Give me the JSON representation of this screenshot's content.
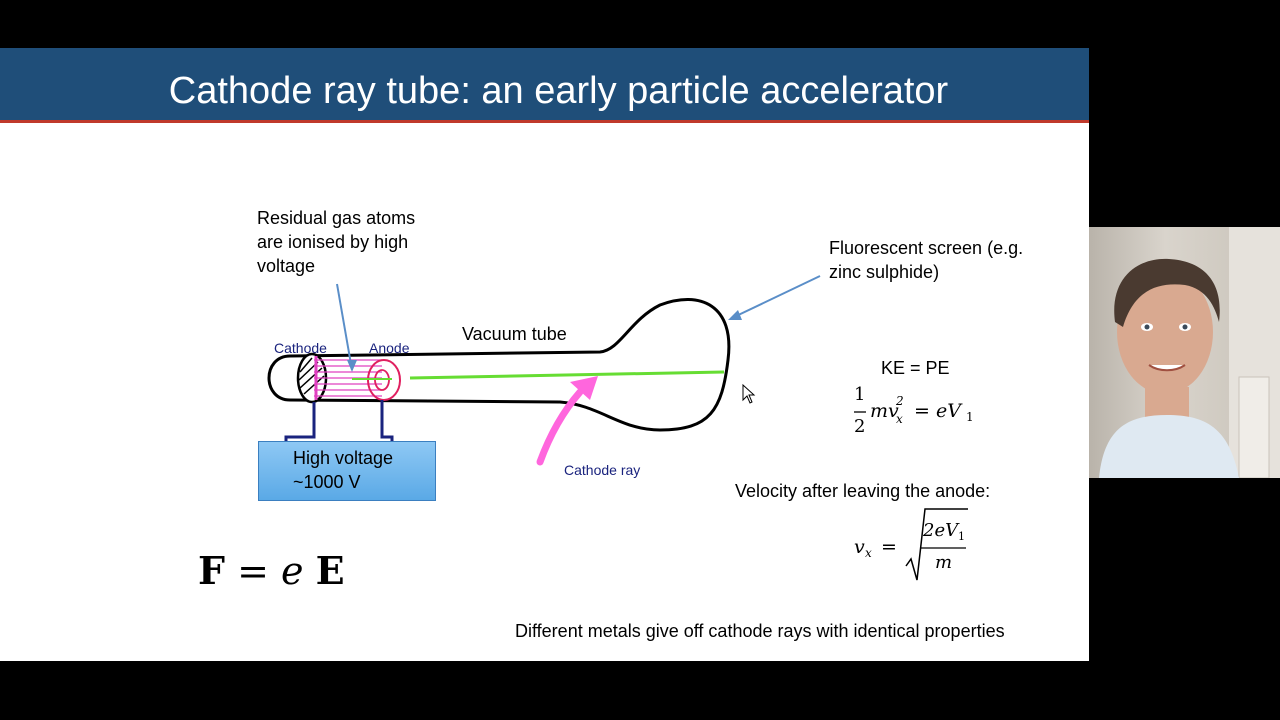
{
  "slide": {
    "title": "Cathode ray tube: an early particle accelerator",
    "labels": {
      "residual_gas": [
        "Residual gas atoms",
        "are ionised by high",
        "voltage"
      ],
      "fluorescent_screen": [
        "Fluorescent screen (e.g.",
        "zinc sulphide)"
      ],
      "vacuum_tube": "Vacuum tube",
      "cathode": "Cathode",
      "anode": "Anode",
      "cathode_ray": "Cathode ray",
      "high_voltage": [
        "High voltage",
        "~1000 V"
      ]
    },
    "equations": {
      "ke_pe": "KE  =  PE",
      "energy_fraction_num": "1",
      "energy_fraction_den": "2",
      "energy_rhs": "mv",
      "energy_sub": "x",
      "energy_sup": "2",
      "energy_eq": "= eV",
      "energy_eq_sub": "1",
      "velocity_label": "Velocity after leaving the anode:",
      "velocity_lhs": "v",
      "velocity_lhs_sub": "x",
      "velocity_eq": "=",
      "velocity_num": "2eV",
      "velocity_num_sub": "1",
      "velocity_den": "m",
      "force_F": "F",
      "force_eq": "=",
      "force_e": "e",
      "force_E": "E"
    },
    "footer_note": "Different metals give off cathode rays with identical properties"
  },
  "colors": {
    "title_bar": "#1f4e79",
    "beam": "#66dd33",
    "annotation_arrow": "#ff66dd",
    "pointer_arrows": "#5a8ec8",
    "wires": "#1a237e"
  },
  "icons": {
    "nav": [
      "prev-icon",
      "next-icon",
      "pen-icon",
      "slides-icon",
      "zoom-icon",
      "more-icon"
    ]
  }
}
